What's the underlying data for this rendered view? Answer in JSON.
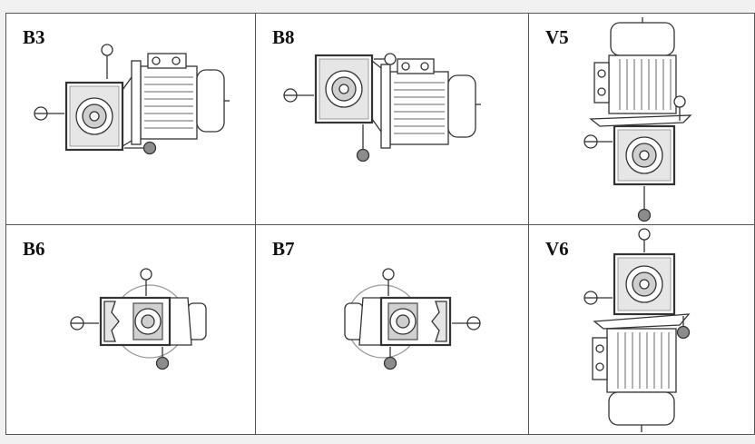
{
  "positions": [
    {
      "label": "B3",
      "icon": "mounting-b3-diagram"
    },
    {
      "label": "B8",
      "icon": "mounting-b8-diagram"
    },
    {
      "label": "V5",
      "icon": "mounting-v5-diagram"
    },
    {
      "label": "B6",
      "icon": "mounting-b6-diagram"
    },
    {
      "label": "B7",
      "icon": "mounting-b7-diagram"
    },
    {
      "label": "V6",
      "icon": "mounting-v6-diagram"
    }
  ],
  "colors": {
    "line": "#333333",
    "filled_marker": "#8c8c8c",
    "hatch": "#bdbdbd",
    "page_bg": "#f1f1f1"
  }
}
